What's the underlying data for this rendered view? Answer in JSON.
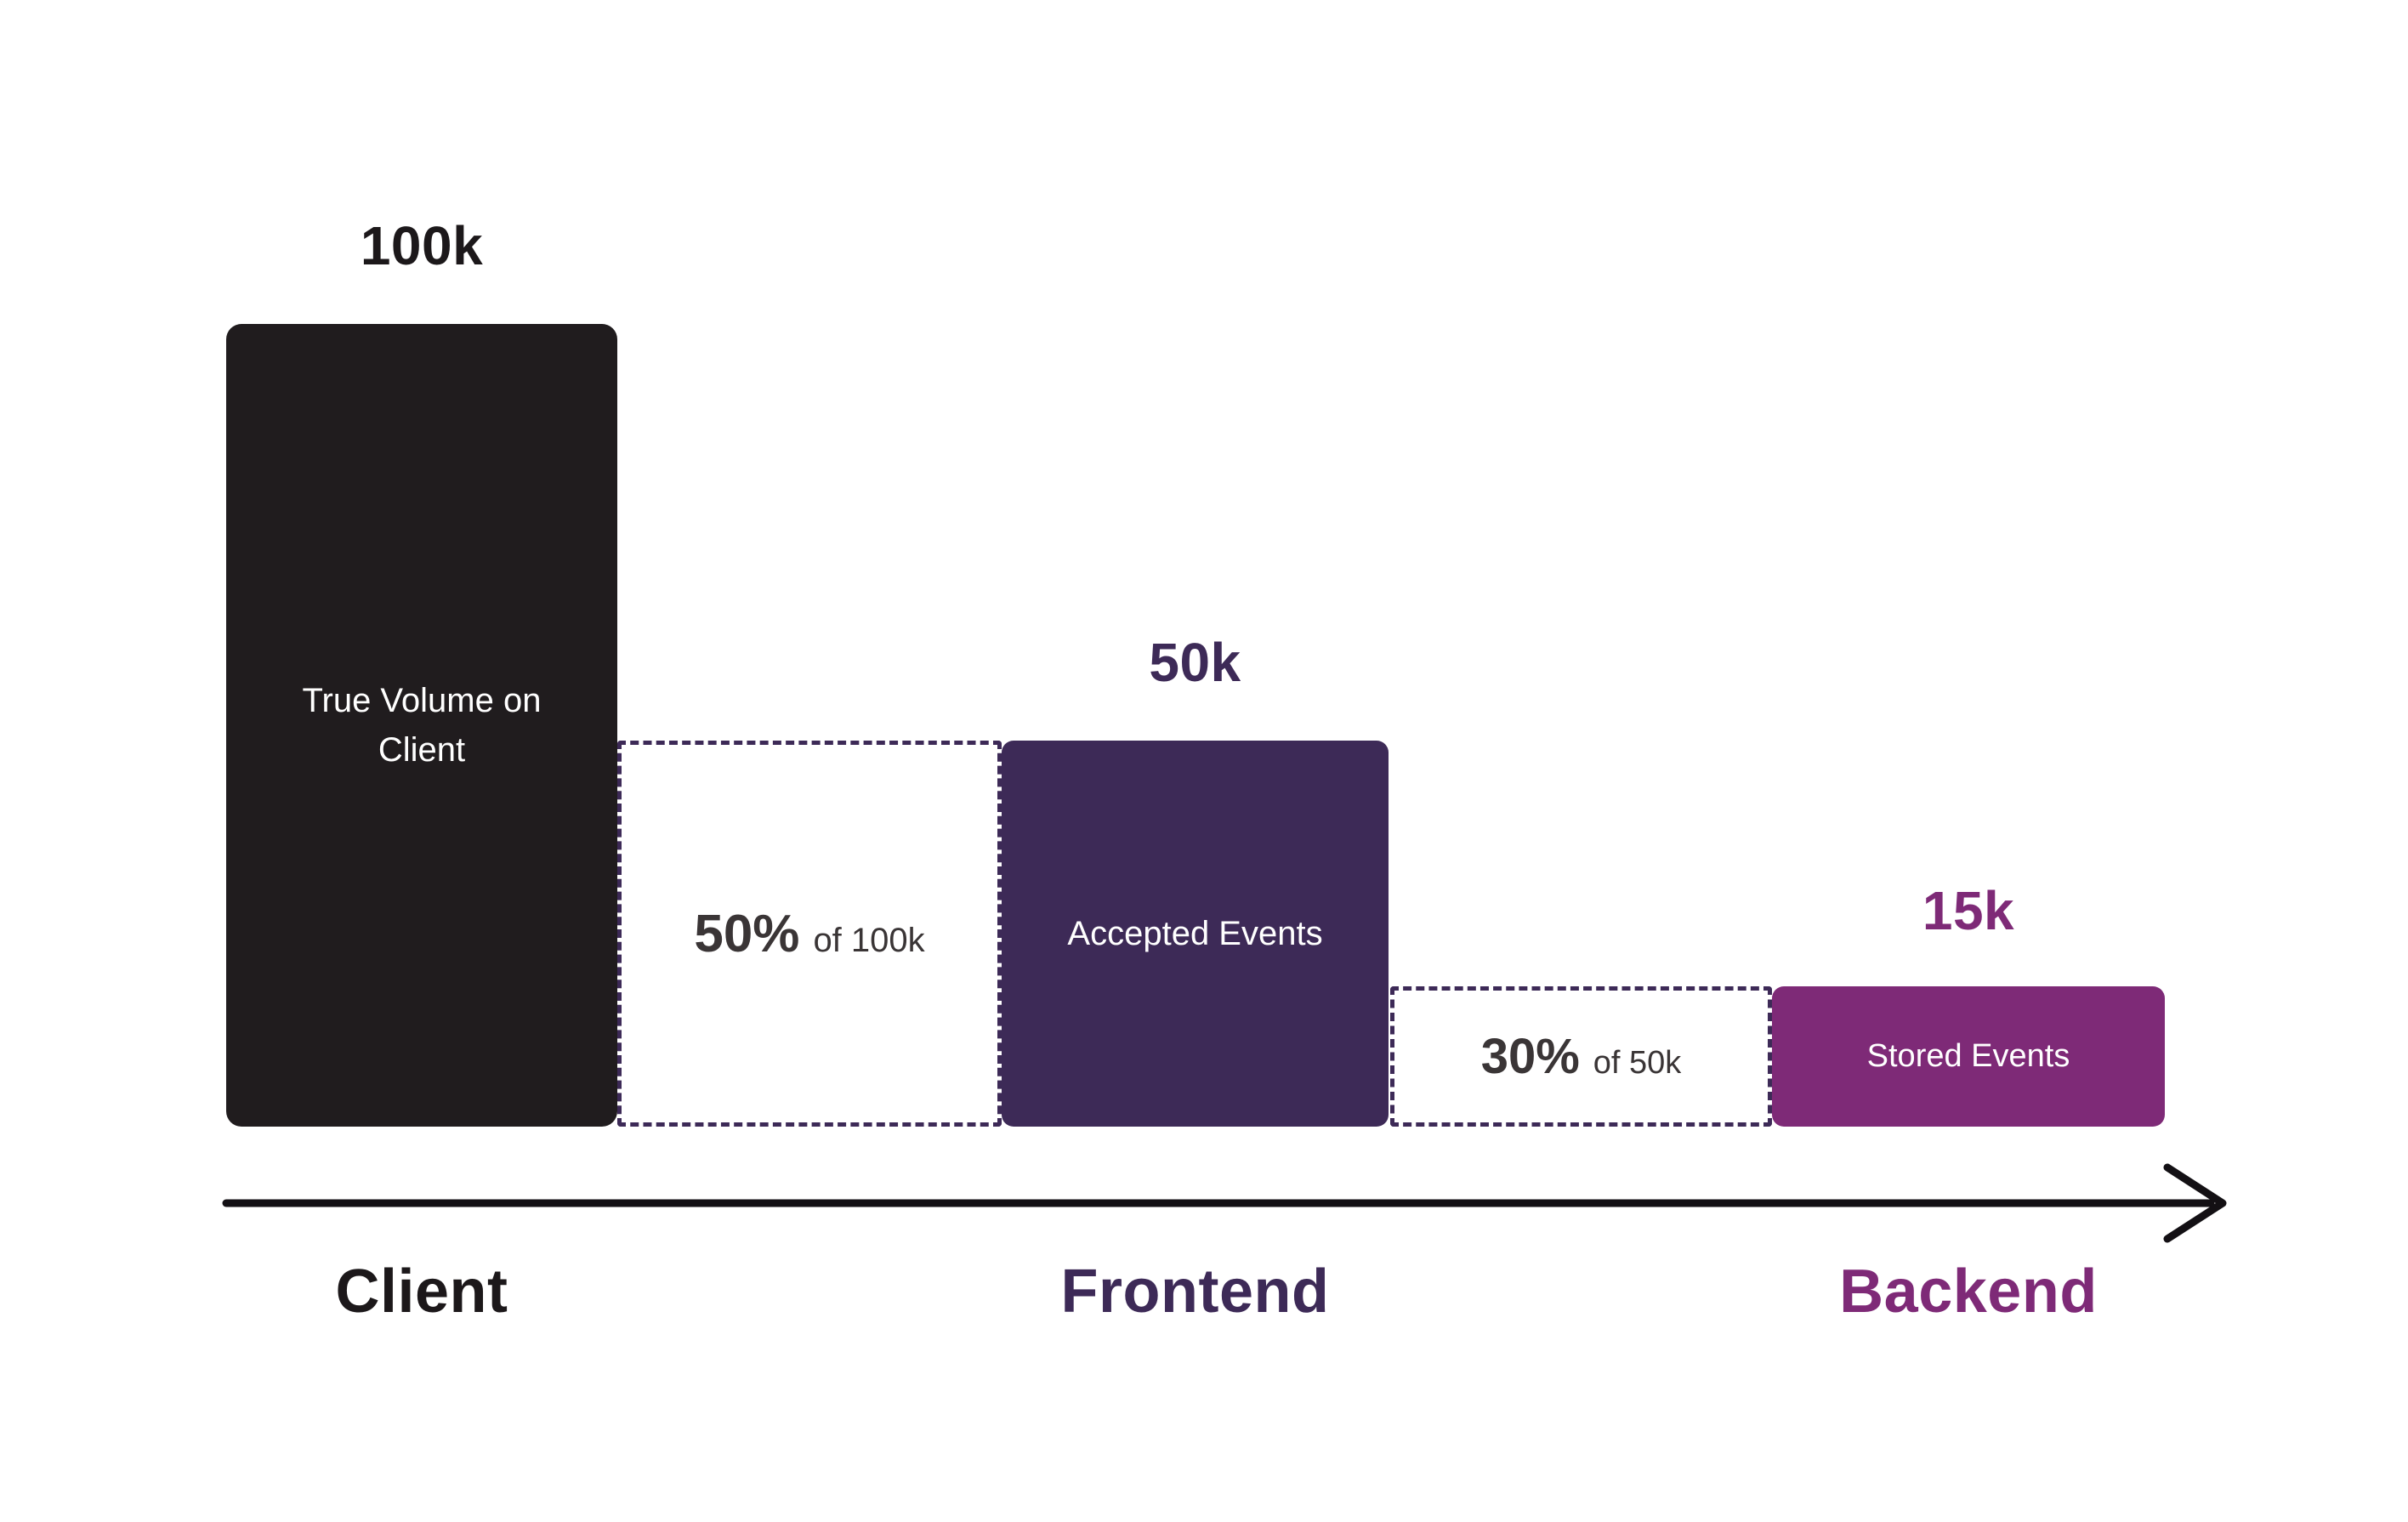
{
  "colors": {
    "background": "#ffffff",
    "client_bar": "#201c1e",
    "frontend_bar": "#3d2a57",
    "backend_bar": "#7e2a77",
    "drop_border": "#3d2a57",
    "drop_text": "#3a3536",
    "arrow": "#131014",
    "client_text": "#1c181a",
    "frontend_text": "#3d2a57",
    "backend_text": "#7e2a77"
  },
  "bars": {
    "client": {
      "value": "100k",
      "label": "True Volume on Client"
    },
    "frontend": {
      "value": "50k",
      "label": "Accepted Events"
    },
    "backend": {
      "value": "15k",
      "label": "Stored Events"
    }
  },
  "drops": {
    "first": {
      "pct": "50%",
      "of": "of 100k"
    },
    "second": {
      "pct": "30%",
      "of": "of 50k"
    }
  },
  "axis": {
    "client": "Client",
    "frontend": "Frontend",
    "backend": "Backend"
  },
  "chart_data": {
    "type": "bar",
    "subtype": "funnel-flow",
    "title": "",
    "categories": [
      "Client",
      "Frontend",
      "Backend"
    ],
    "series": [
      {
        "name": "Events",
        "values": [
          100000,
          50000,
          15000
        ]
      }
    ],
    "value_labels": [
      "100k",
      "50k",
      "15k"
    ],
    "bar_labels": [
      "True Volume on Client",
      "Accepted Events",
      "Stored Events"
    ],
    "retention_steps": [
      {
        "from": "Client",
        "to": "Frontend",
        "label": "50% of 100k"
      },
      {
        "from": "Frontend",
        "to": "Backend",
        "label": "30% of 50k"
      }
    ],
    "xlabel": "",
    "ylabel": "",
    "legend": false,
    "grid": false
  }
}
